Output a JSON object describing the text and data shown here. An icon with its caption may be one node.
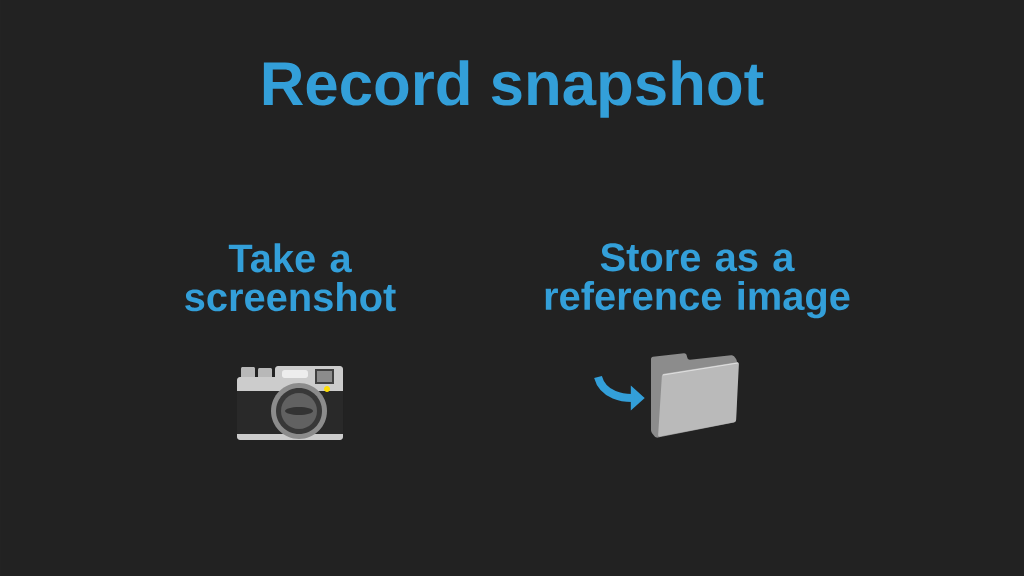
{
  "diagram": {
    "title": "Record snapshot",
    "nodes": [
      {
        "text": [],
        "shape": "picture",
        "beside": [
          "Take a screenshot"
        ]
      },
      {
        "text": [],
        "shape": "picture",
        "beside": [
          "Store as a reference image"
        ]
      }
    ],
    "edges": [
      {
        "from": null,
        "to": 1,
        "arrow": "to"
      }
    ]
  }
}
